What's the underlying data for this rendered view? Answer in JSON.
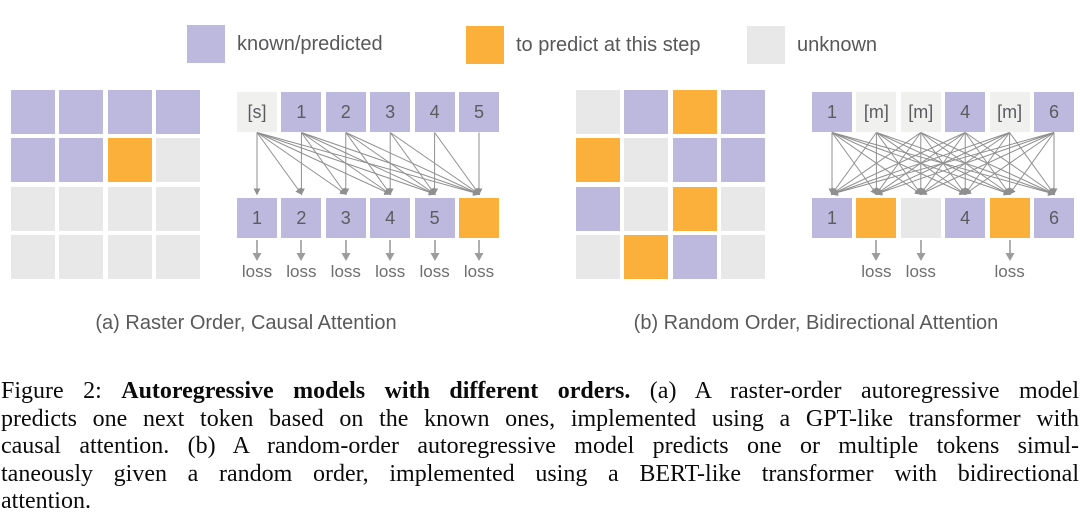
{
  "colors": {
    "known": "#bdb9de",
    "predict": "#fbb03b",
    "unknown": "#e8e8e9",
    "mask": "#f0f1ee",
    "line": "#8f8f8f",
    "arrow": "#9c9c9c",
    "label_text": "#58585a",
    "loss_text": "#6e6e6e"
  },
  "legend": {
    "items": [
      {
        "type": "known",
        "label": "known/predicted"
      },
      {
        "type": "predict",
        "label": "to predict at this step"
      },
      {
        "type": "unknown",
        "label": "unknown"
      }
    ]
  },
  "panels": {
    "a": {
      "caption": "(a) Raster Order, Causal Attention",
      "attention": "causal",
      "grid": [
        [
          "known",
          "known",
          "known",
          "known"
        ],
        [
          "known",
          "known",
          "predict",
          "unknown"
        ],
        [
          "unknown",
          "unknown",
          "unknown",
          "unknown"
        ],
        [
          "unknown",
          "unknown",
          "unknown",
          "unknown"
        ]
      ],
      "tokens_top": [
        {
          "label": "[s]",
          "type": "mask"
        },
        {
          "label": "1",
          "type": "known"
        },
        {
          "label": "2",
          "type": "known"
        },
        {
          "label": "3",
          "type": "known"
        },
        {
          "label": "4",
          "type": "known"
        },
        {
          "label": "5",
          "type": "known"
        }
      ],
      "tokens_bottom": [
        {
          "label": "1",
          "type": "known"
        },
        {
          "label": "2",
          "type": "known"
        },
        {
          "label": "3",
          "type": "known"
        },
        {
          "label": "4",
          "type": "known"
        },
        {
          "label": "5",
          "type": "known"
        },
        {
          "label": "",
          "type": "predict"
        }
      ],
      "loss_label": "loss",
      "loss": [
        true,
        true,
        true,
        true,
        true,
        true
      ]
    },
    "b": {
      "caption": "(b) Random Order, Bidirectional Attention",
      "attention": "bidirectional",
      "grid": [
        [
          "unknown",
          "known",
          "predict",
          "known"
        ],
        [
          "predict",
          "unknown",
          "known",
          "known"
        ],
        [
          "known",
          "unknown",
          "predict",
          "unknown"
        ],
        [
          "unknown",
          "predict",
          "known",
          "unknown"
        ]
      ],
      "tokens_top": [
        {
          "label": "1",
          "type": "known"
        },
        {
          "label": "[m]",
          "type": "mask"
        },
        {
          "label": "[m]",
          "type": "mask"
        },
        {
          "label": "4",
          "type": "known"
        },
        {
          "label": "[m]",
          "type": "mask"
        },
        {
          "label": "6",
          "type": "known"
        }
      ],
      "tokens_bottom": [
        {
          "label": "1",
          "type": "known"
        },
        {
          "label": "",
          "type": "predict"
        },
        {
          "label": "",
          "type": "unknown"
        },
        {
          "label": "4",
          "type": "known"
        },
        {
          "label": "",
          "type": "predict"
        },
        {
          "label": "6",
          "type": "known"
        }
      ],
      "loss_label": "loss",
      "loss": [
        false,
        true,
        true,
        false,
        true,
        false
      ]
    }
  },
  "figure_caption": {
    "lines": [
      {
        "pre": "Figure 2:  ",
        "bold": "Autoregressive models with different orders.",
        "post": " (a) A raster-order autoregressive model"
      },
      {
        "text": "predicts one next token based on the known ones, implemented using a GPT-like transformer with"
      },
      {
        "text": "causal attention. (b) A random-order autoregressive model predicts one or multiple tokens simul-"
      },
      {
        "text": "taneously given a random order, implemented using a BERT-like transformer with bidirectional"
      },
      {
        "text": "attention."
      }
    ]
  }
}
